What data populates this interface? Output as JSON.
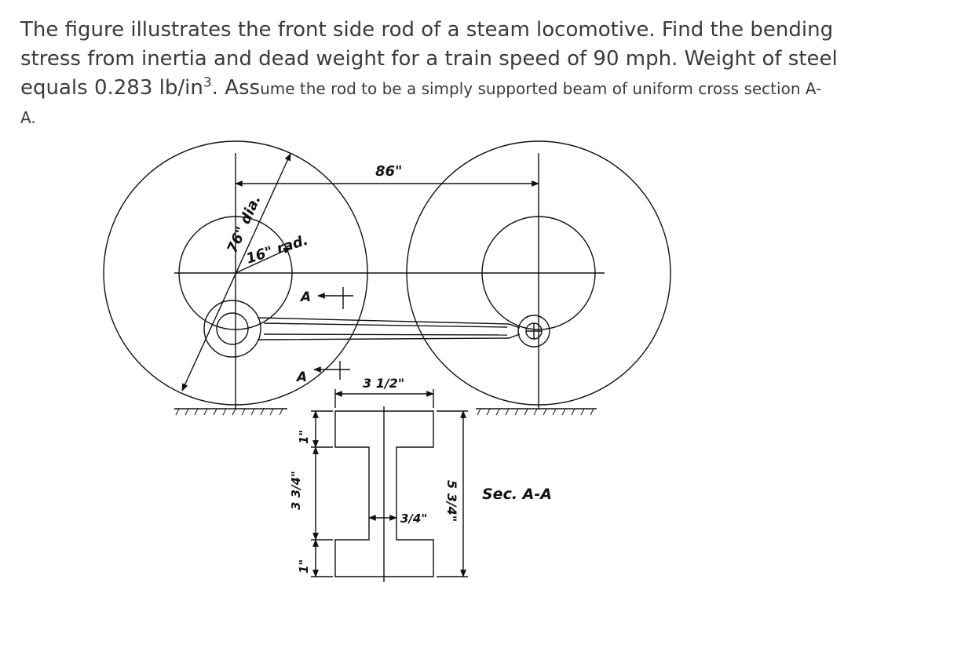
{
  "problem": {
    "line1": "The figure illustrates the front side rod of a steam locomotive. Find the bending",
    "line2": "stress from inertia and dead weight for a train speed of 90 mph. Weight of steel",
    "line3_a": "equals 0.283 lb/in",
    "line3_sup": "3",
    "line3_b": ". Ass",
    "line3_c": "ume the rod to be a simply supported beam of uniform cross section A-",
    "line4": "A."
  },
  "figure": {
    "wheel_dia_label": "76\" dia.",
    "crank_rad_label": "16\" rad.",
    "span_label": "86\"",
    "section_arrow_label": "A",
    "width_label": "3 1/2\"",
    "height_label": "5 3/4\"",
    "web_label": "3/4\"",
    "inner_label": "3 3/4\"",
    "flange_label": "1\"",
    "section_title": "Sec. A-A"
  }
}
